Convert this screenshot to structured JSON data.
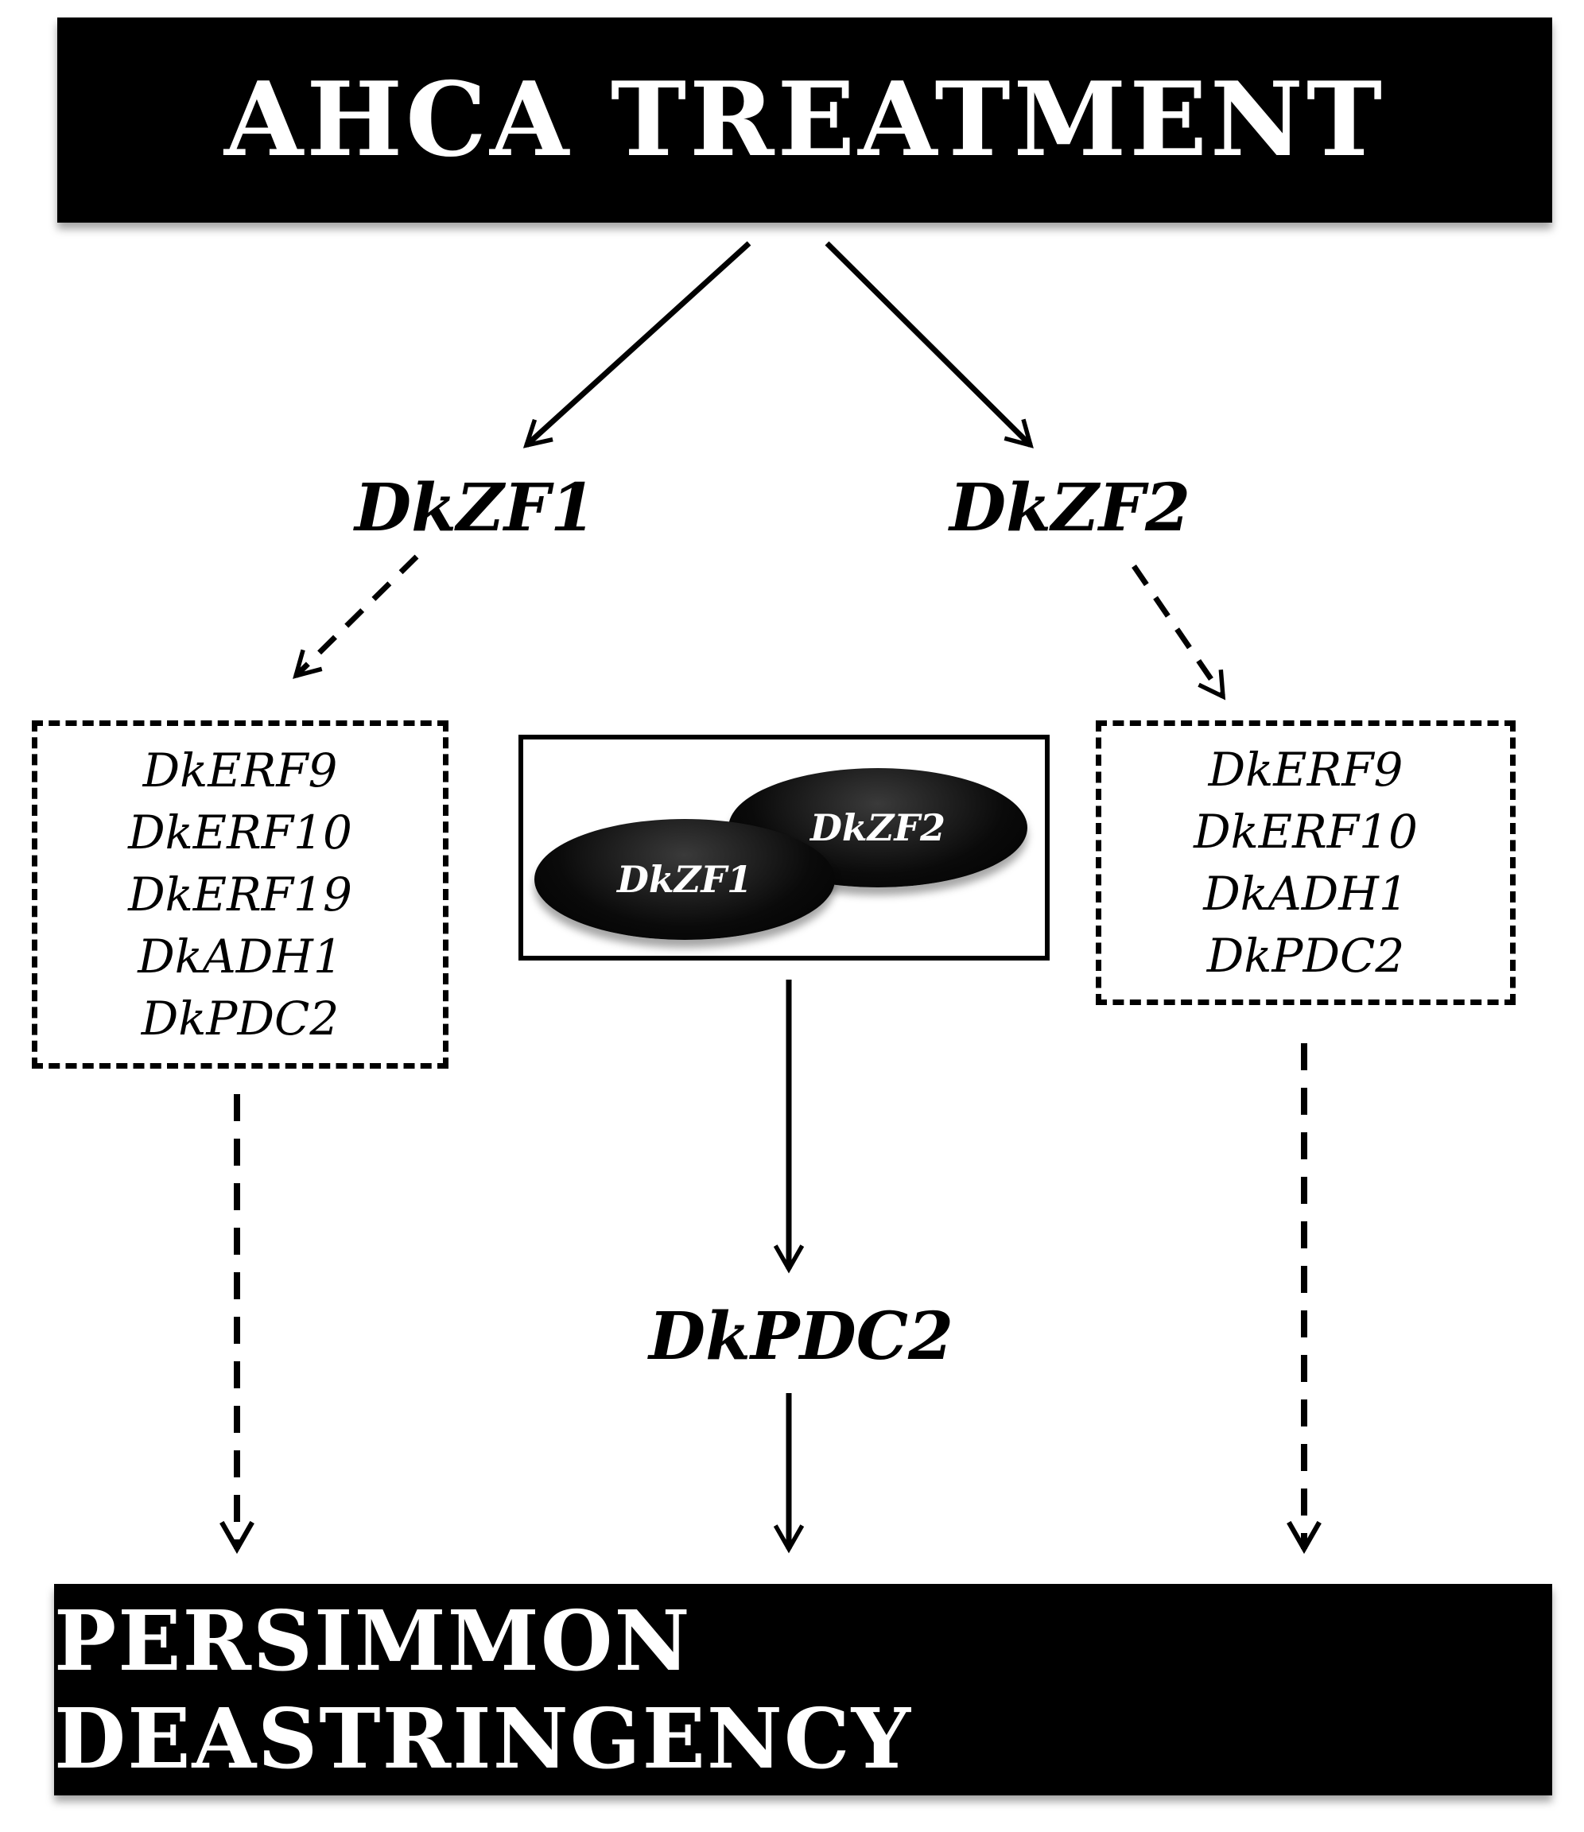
{
  "top_banner": {
    "title": "AHCA TREATMENT"
  },
  "bottom_banner": {
    "title": "PERSIMMON DEASTRINGENCY"
  },
  "labels": {
    "dkzf1": "DkZF1",
    "dkzf2": "DkZF2",
    "dkpdc2": "DkPDC2"
  },
  "complex": {
    "ellipse_back": "DkZF2",
    "ellipse_front": "DkZF1"
  },
  "left_box": {
    "genes": [
      "DkERF9",
      "DkERF10",
      "DkERF19",
      "DkADH1",
      "DkPDC2"
    ]
  },
  "right_box": {
    "genes": [
      "DkERF9",
      "DkERF10",
      "DkADH1",
      "DkPDC2"
    ]
  }
}
